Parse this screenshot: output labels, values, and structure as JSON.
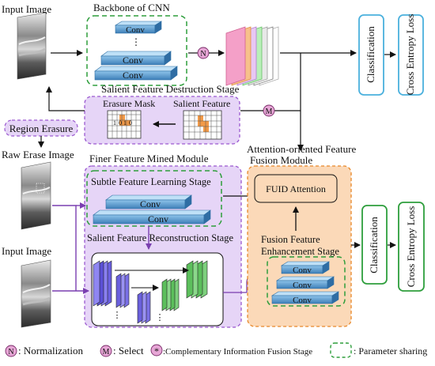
{
  "labels": {
    "input_image_top": "Input Image",
    "backbone": "Backbone of CNN",
    "conv": "Conv",
    "ellipsis": "⋮",
    "classification": "Classification",
    "cross_entropy": "Cross Entropy Loss",
    "salient_destruction": "Salient Feature Destruction Stage",
    "erasure_mask": "Erasure Mask",
    "salient_feature": "Salient Feature",
    "region_erasure": "Region Erasure",
    "raw_erase_image": "Raw Erase Image",
    "finer_module": "Finer Feature Mined Module",
    "subtle_stage": "Subtle Feature Learning Stage",
    "reconstruction_stage": "Salient Feature Reconstruction Stage",
    "input_image_bottom": "Input Image",
    "attention_module_line1": "Attention-oriented Feature",
    "attention_module_line2": "Fusion Module",
    "fuid_attention": "FUID Attention",
    "fusion_enh_line1": "Fusion Feature",
    "fusion_enh_line2": "Enhancement Stage",
    "mask_values": [
      "1",
      "0",
      "1",
      "0"
    ]
  },
  "badges": {
    "normalization": "N",
    "select": "M",
    "complementary": "*"
  },
  "legend": {
    "normalization": ": Normalization",
    "select": ": Select",
    "complementary": ":Complementary Information Fusion Stage",
    "parameter_sharing": ": Parameter sharing"
  },
  "colors": {
    "purple_fill": "#e6d5f7",
    "purple_stroke": "#9b59d0",
    "orange_fill": "#fbd9b8",
    "orange_stroke": "#e8882a",
    "green_stroke": "#2e9e3c",
    "blue_conv": "#4b8fc9",
    "badge_fill": "#e7a6d6"
  }
}
